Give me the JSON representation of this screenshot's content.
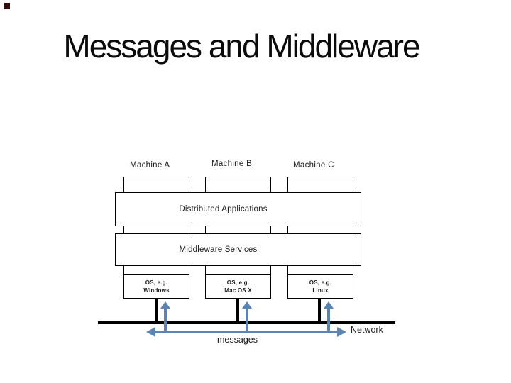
{
  "slide": {
    "title": "Messages and Middleware"
  },
  "diagram": {
    "machines": [
      {
        "label": "Machine A",
        "os_line1": "OS, e.g.",
        "os_line2": "Windows"
      },
      {
        "label": "Machine B",
        "os_line1": "OS, e.g.",
        "os_line2": "Mac OS X"
      },
      {
        "label": "Machine C",
        "os_line1": "OS, e.g.",
        "os_line2": "Linux"
      }
    ],
    "layers": [
      {
        "label": "Distributed Applications"
      },
      {
        "label": "Middleware Services"
      }
    ],
    "network_label": "Network",
    "messages_label": "messages",
    "colors": {
      "arrow_blue": "#5B84B3",
      "line_black": "#000000"
    }
  }
}
